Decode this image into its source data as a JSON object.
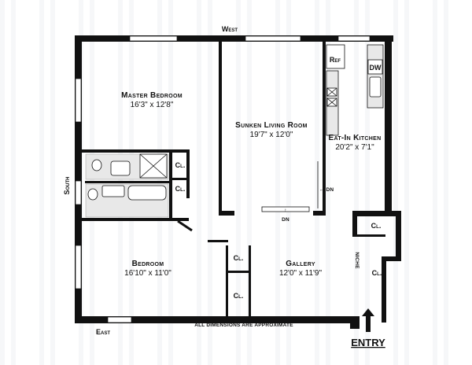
{
  "compass": {
    "west": "West",
    "south": "South",
    "east": "East"
  },
  "rooms": {
    "master_bedroom": {
      "name": "Master Bedroom",
      "dims": "16'3\" x 12'8\""
    },
    "living_room": {
      "name": "Sunken Living Room",
      "dims": "19'7\" x 12'0\""
    },
    "kitchen": {
      "name": "Eat-In Kitchen",
      "dims": "20'2\" x 7'1\""
    },
    "bedroom": {
      "name": "Bedroom",
      "dims": "16'10\" x 11'0\""
    },
    "gallery": {
      "name": "Gallery",
      "dims": "12'0\" x 11'9\""
    }
  },
  "closet_label": "Cl.",
  "appliances": {
    "ref": "Ref",
    "dw": "DW"
  },
  "stairs": {
    "down_label": "DN",
    "down_arrow_label": "← DN",
    "up_arrow": "↑"
  },
  "niche_label": "NICHE",
  "footer_note": "ALL DIMENSIONS ARE APPROXIMATE",
  "entry_label": "ENTRY"
}
